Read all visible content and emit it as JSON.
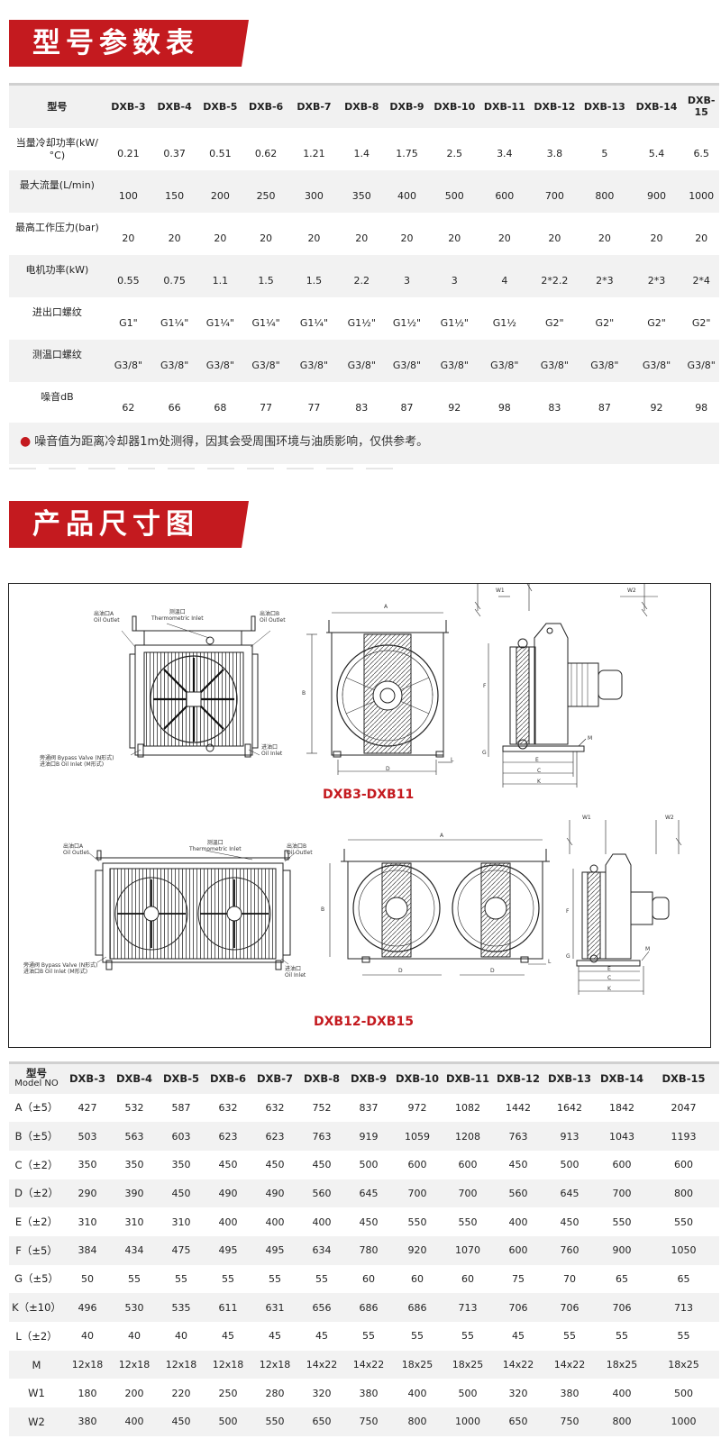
{
  "section1": {
    "title": "型号参数表"
  },
  "section2": {
    "title": "产品尺寸图"
  },
  "spec_table": {
    "header": [
      "型号",
      "DXB-3",
      "DXB-4",
      "DXB-5",
      "DXB-6",
      "DXB-7",
      "DXB-8",
      "DXB-9",
      "DXB-10",
      "DXB-11",
      "DXB-12",
      "DXB-13",
      "DXB-14",
      "DXB-15"
    ],
    "rows": [
      {
        "label": "当量冷却功率(kW/°C)",
        "values": [
          "0.21",
          "0.37",
          "0.51",
          "0.62",
          "1.21",
          "1.4",
          "1.75",
          "2.5",
          "3.4",
          "3.8",
          "5",
          "5.4",
          "6.5"
        ]
      },
      {
        "label": "最大流量(L/min)",
        "values": [
          "100",
          "150",
          "200",
          "250",
          "300",
          "350",
          "400",
          "500",
          "600",
          "700",
          "800",
          "900",
          "1000"
        ]
      },
      {
        "label": "最高工作压力(bar)",
        "values": [
          "20",
          "20",
          "20",
          "20",
          "20",
          "20",
          "20",
          "20",
          "20",
          "20",
          "20",
          "20",
          "20"
        ]
      },
      {
        "label": "电机功率(kW)",
        "values": [
          "0.55",
          "0.75",
          "1.1",
          "1.5",
          "1.5",
          "2.2",
          "3",
          "3",
          "4",
          "2*2.2",
          "2*3",
          "2*3",
          "2*4"
        ]
      },
      {
        "label": "进出口螺纹",
        "values": [
          "G1\"",
          "G1¼\"",
          "G1¼\"",
          "G1¼\"",
          "G1¼\"",
          "G1½\"",
          "G1½\"",
          "G1½\"",
          "G1½",
          "G2\"",
          "G2\"",
          "G2\"",
          "G2\""
        ]
      },
      {
        "label": "测温口螺纹",
        "values": [
          "G3/8\"",
          "G3/8\"",
          "G3/8\"",
          "G3/8\"",
          "G3/8\"",
          "G3/8\"",
          "G3/8\"",
          "G3/8\"",
          "G3/8\"",
          "G3/8\"",
          "G3/8\"",
          "G3/8\"",
          "G3/8\""
        ]
      },
      {
        "label": "噪音dB",
        "values": [
          "62",
          "66",
          "68",
          "77",
          "77",
          "83",
          "87",
          "92",
          "98",
          "83",
          "87",
          "92",
          "98"
        ]
      }
    ]
  },
  "note": {
    "text": "噪音值为距离冷却器1m处测得，因其会受周围环境与油质影响，仅供参考。"
  },
  "drawing": {
    "caption_top": "DXB3-DXB11",
    "caption_bottom": "DXB12-DXB15",
    "labels": {
      "outlet_a": "出油口A",
      "oil_outlet": "Oil Outlet",
      "thermo_cn": "测温口",
      "thermo_en": "Thermometric Inlet",
      "outlet_b": "出油口B",
      "bypass": "旁通阀 Bypass Valve (N形式)",
      "inlet_b": "进油口B Oil Inlet (M形式)",
      "inlet_cn": "进油口",
      "oil_inlet": "Oil Inlet",
      "outlet_a2": "出油口A",
      "thermo_cn2": "测温口",
      "thermo_en2": "Thermometric Inlet",
      "outlet_b2": "出油口B",
      "bypass2": "旁通阀 Bypass Valve (N形式)",
      "inlet_b2": "进油口B Oil Inlet (M形式)",
      "inlet_cn2": "进油口",
      "dim_A": "A",
      "dim_B": "B",
      "dim_D": "D",
      "dim_L": "L",
      "dim_W1": "W1",
      "dim_W2": "W2",
      "dim_F": "F",
      "dim_G": "G",
      "dim_M": "M",
      "dim_E": "E",
      "dim_C": "C",
      "dim_K": "K"
    }
  },
  "dims_table": {
    "header_cn": "型号",
    "header_en": "Model NO",
    "models": [
      "DXB-3",
      "DXB-4",
      "DXB-5",
      "DXB-6",
      "DXB-7",
      "DXB-8",
      "DXB-9",
      "DXB-10",
      "DXB-11",
      "DXB-12",
      "DXB-13",
      "DXB-14",
      "DXB-15"
    ],
    "rows": [
      {
        "label": "A（±5）",
        "values": [
          "427",
          "532",
          "587",
          "632",
          "632",
          "752",
          "837",
          "972",
          "1082",
          "1442",
          "1642",
          "1842",
          "2047"
        ]
      },
      {
        "label": "B（±5）",
        "values": [
          "503",
          "563",
          "603",
          "623",
          "623",
          "763",
          "919",
          "1059",
          "1208",
          "763",
          "913",
          "1043",
          "1193"
        ]
      },
      {
        "label": "C（±2）",
        "values": [
          "350",
          "350",
          "350",
          "450",
          "450",
          "450",
          "500",
          "600",
          "600",
          "450",
          "500",
          "600",
          "600"
        ]
      },
      {
        "label": "D（±2）",
        "values": [
          "290",
          "390",
          "450",
          "490",
          "490",
          "560",
          "645",
          "700",
          "700",
          "560",
          "645",
          "700",
          "800"
        ]
      },
      {
        "label": "E（±2）",
        "values": [
          "310",
          "310",
          "310",
          "400",
          "400",
          "400",
          "450",
          "550",
          "550",
          "400",
          "450",
          "550",
          "550"
        ]
      },
      {
        "label": "F（±5）",
        "values": [
          "384",
          "434",
          "475",
          "495",
          "495",
          "634",
          "780",
          "920",
          "1070",
          "600",
          "760",
          "900",
          "1050"
        ]
      },
      {
        "label": "G（±5）",
        "values": [
          "50",
          "55",
          "55",
          "55",
          "55",
          "55",
          "60",
          "60",
          "60",
          "75",
          "70",
          "65",
          "65"
        ]
      },
      {
        "label": "K（±10）",
        "values": [
          "496",
          "530",
          "535",
          "611",
          "631",
          "656",
          "686",
          "686",
          "713",
          "706",
          "706",
          "706",
          "713"
        ]
      },
      {
        "label": "L（±2）",
        "values": [
          "40",
          "40",
          "40",
          "45",
          "45",
          "45",
          "55",
          "55",
          "55",
          "45",
          "55",
          "55",
          "55"
        ]
      },
      {
        "label": "M",
        "values": [
          "12x18",
          "12x18",
          "12x18",
          "12x18",
          "12x18",
          "14x22",
          "14x22",
          "18x25",
          "18x25",
          "14x22",
          "14x22",
          "18x25",
          "18x25"
        ]
      },
      {
        "label": "W1",
        "values": [
          "180",
          "200",
          "220",
          "250",
          "280",
          "320",
          "380",
          "400",
          "500",
          "320",
          "380",
          "400",
          "500"
        ]
      },
      {
        "label": "W2",
        "values": [
          "380",
          "400",
          "450",
          "500",
          "550",
          "650",
          "750",
          "800",
          "1000",
          "650",
          "750",
          "800",
          "1000"
        ]
      }
    ]
  }
}
